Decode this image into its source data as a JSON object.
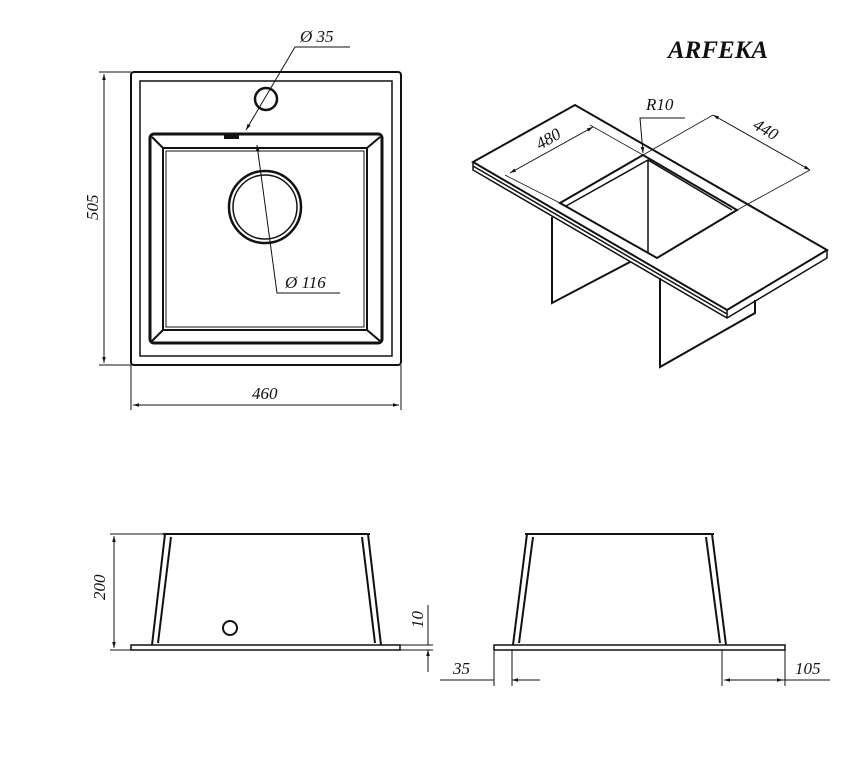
{
  "title": "ARFEKA",
  "top_view": {
    "width": "460",
    "length": "505",
    "tap_hole": "Ø 35",
    "drain": "Ø 116"
  },
  "iso_view": {
    "cutout_length": "480",
    "cutout_width": "440",
    "corner_radius": "R10"
  },
  "front_view": {
    "depth": "200",
    "flange": "10"
  },
  "side_view": {
    "left_offset": "35",
    "right_offset": "105"
  }
}
